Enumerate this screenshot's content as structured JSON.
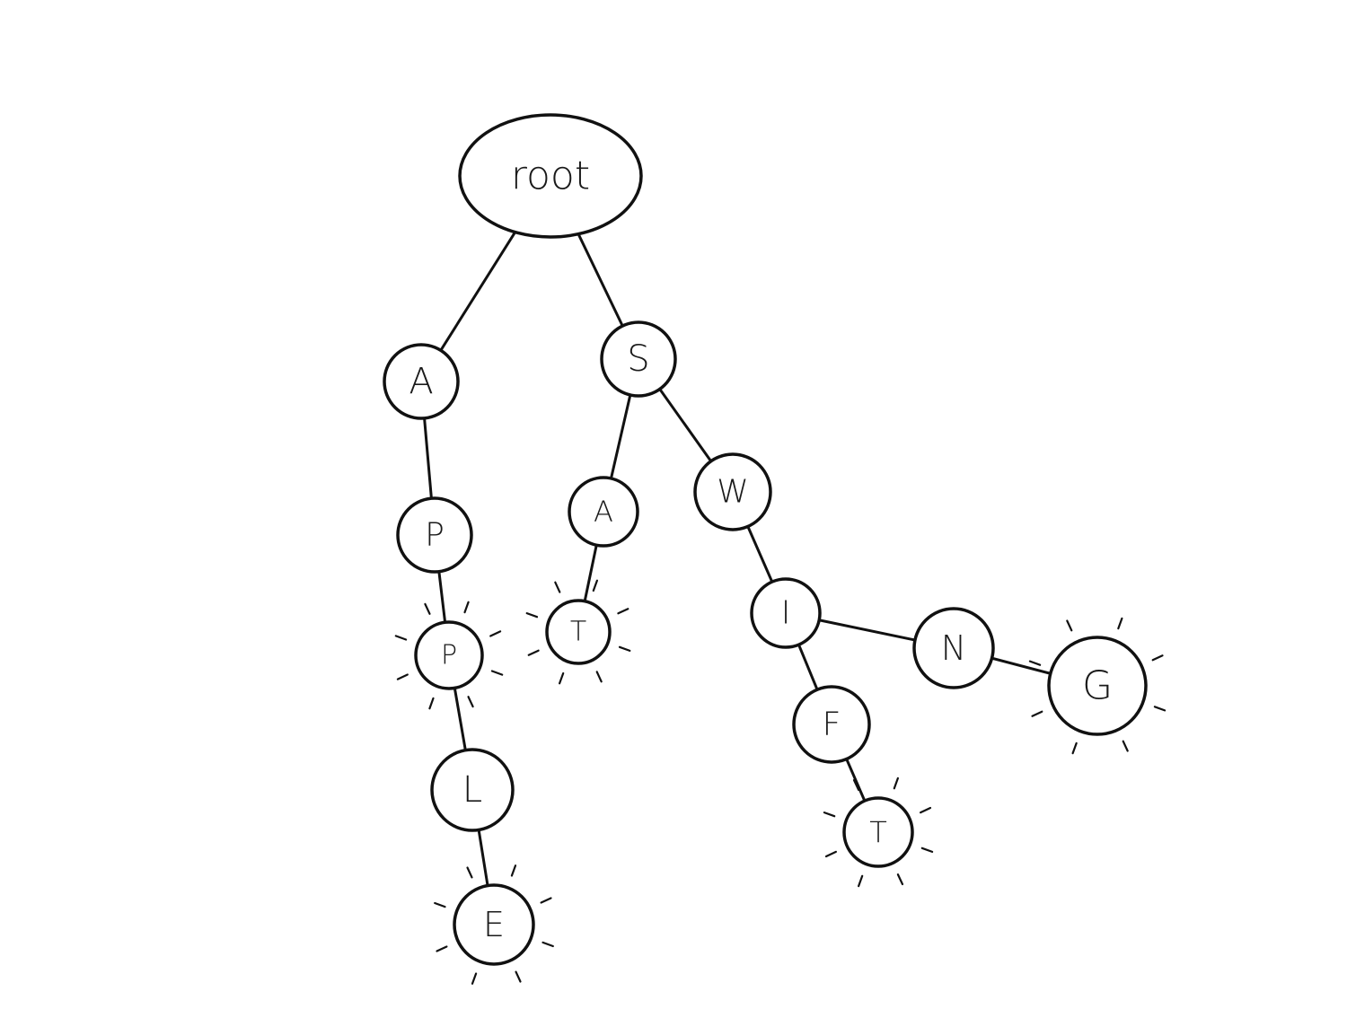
{
  "diagram": {
    "type": "trie",
    "nodes": [
      {
        "id": "root",
        "label": "root",
        "end_of_word": false
      },
      {
        "id": "a1",
        "label": "A",
        "end_of_word": false
      },
      {
        "id": "p1",
        "label": "P",
        "end_of_word": false
      },
      {
        "id": "p2",
        "label": "P",
        "end_of_word": true
      },
      {
        "id": "l1",
        "label": "L",
        "end_of_word": false
      },
      {
        "id": "e1",
        "label": "E",
        "end_of_word": true
      },
      {
        "id": "s1",
        "label": "S",
        "end_of_word": false
      },
      {
        "id": "a2",
        "label": "A",
        "end_of_word": false
      },
      {
        "id": "t1",
        "label": "T",
        "end_of_word": true
      },
      {
        "id": "w1",
        "label": "W",
        "end_of_word": false
      },
      {
        "id": "i1",
        "label": "I",
        "end_of_word": false
      },
      {
        "id": "n1",
        "label": "N",
        "end_of_word": false
      },
      {
        "id": "g1",
        "label": "G",
        "end_of_word": true
      },
      {
        "id": "f1",
        "label": "F",
        "end_of_word": false
      },
      {
        "id": "t2",
        "label": "T",
        "end_of_word": true
      }
    ],
    "edges": [
      {
        "from": "root",
        "to": "a1"
      },
      {
        "from": "root",
        "to": "s1"
      },
      {
        "from": "a1",
        "to": "p1"
      },
      {
        "from": "p1",
        "to": "p2"
      },
      {
        "from": "p2",
        "to": "l1"
      },
      {
        "from": "l1",
        "to": "e1"
      },
      {
        "from": "s1",
        "to": "a2"
      },
      {
        "from": "a2",
        "to": "t1"
      },
      {
        "from": "s1",
        "to": "w1"
      },
      {
        "from": "w1",
        "to": "i1"
      },
      {
        "from": "i1",
        "to": "n1"
      },
      {
        "from": "n1",
        "to": "g1"
      },
      {
        "from": "i1",
        "to": "f1"
      },
      {
        "from": "f1",
        "to": "t2"
      }
    ],
    "colors": {
      "stroke": "#111111",
      "background": "#ffffff"
    }
  }
}
